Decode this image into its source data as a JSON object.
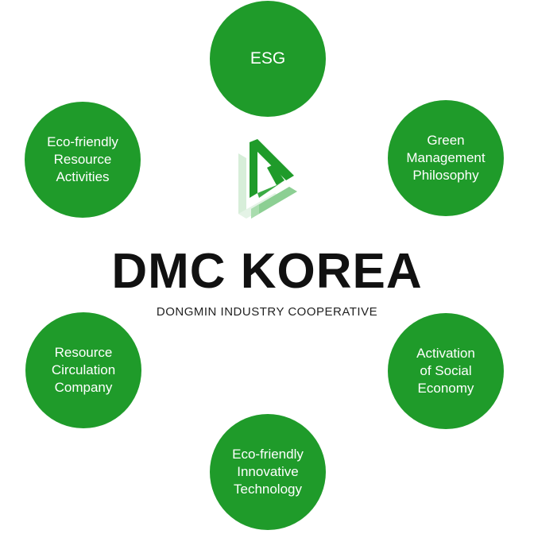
{
  "brand": {
    "name": "DMC KOREA",
    "subtitle": "DONGMIN INDUSTRY COOPERATIVE"
  },
  "circles": {
    "top": "ESG",
    "left_top": "Eco-friendly\nResource\nActivities",
    "right_top": "Green\nManagement\nPhilosophy",
    "left_bottom": "Resource\nCirculation\nCompany",
    "right_bottom": "Activation\nof Social\nEconomy",
    "bottom": "Eco-friendly\nInnovative\nTechnology"
  },
  "colors": {
    "circle": "#1f9b2a",
    "logo_dark": "#1f9b2a",
    "logo_mid": "#8ccf93",
    "logo_light": "#d7eed9",
    "brand_text": "#111111"
  },
  "icons": {
    "logo": "dmc-logo-icon"
  }
}
